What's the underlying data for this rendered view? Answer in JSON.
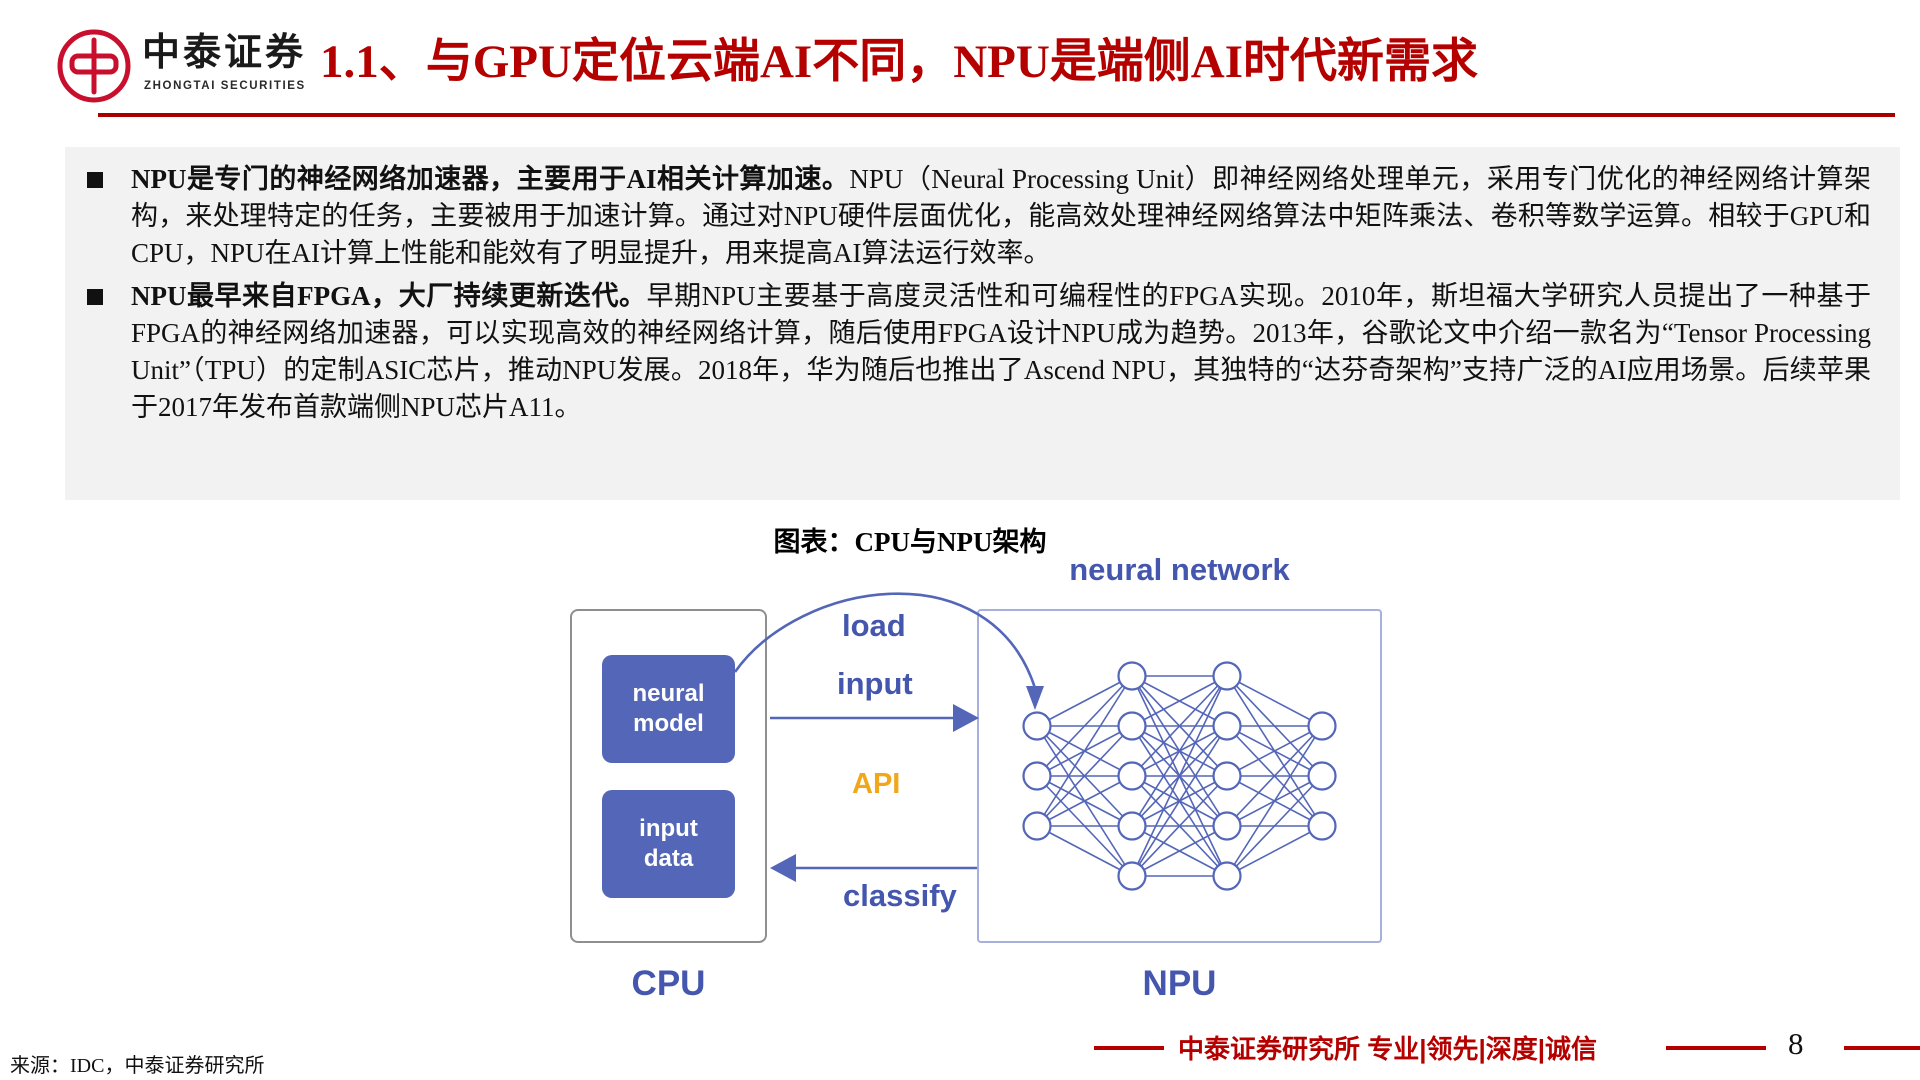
{
  "header": {
    "logo_cn": "中泰证券",
    "logo_en": "ZHONGTAI SECURITIES",
    "title": "1.1、与GPU定位云端AI不同，NPU是端侧AI时代新需求"
  },
  "bullets": [
    {
      "lead": "NPU是专门的神经网络加速器，主要用于AI相关计算加速。",
      "body": "NPU（Neural Processing Unit）即神经网络处理单元，采用专门优化的神经网络计算架构，来处理特定的任务，主要被用于加速计算。通过对NPU硬件层面优化，能高效处理神经网络算法中矩阵乘法、卷积等数学运算。相较于GPU和CPU，NPU在AI计算上性能和能效有了明显提升，用来提高AI算法运行效率。"
    },
    {
      "lead": "NPU最早来自FPGA，大厂持续更新迭代。",
      "body": "早期NPU主要基于高度灵活性和可编程性的FPGA实现。2010年，斯坦福大学研究人员提出了一种基于FPGA的神经网络加速器，可以实现高效的神经网络计算，随后使用FPGA设计NPU成为趋势。2013年，谷歌论文中介绍一款名为“Tensor Processing Unit”（TPU）的定制ASIC芯片，推动NPU发展。2018年，华为随后也推出了Ascend NPU，其独特的“达芬奇架构”支持广泛的AI应用场景。后续苹果于2017年发布首款端侧NPU芯片A11。"
    }
  ],
  "figure": {
    "caption": "图表：CPU与NPU架构",
    "nn_title": "neural network",
    "cpu_label": "CPU",
    "npu_label": "NPU",
    "blocks": [
      {
        "line1": "neural",
        "line2": "model"
      },
      {
        "line1": "input",
        "line2": "data"
      }
    ],
    "arrow_labels": {
      "load": "load",
      "input": "input",
      "api": "API",
      "classify": "classify"
    },
    "network": {
      "layers": [
        3,
        5,
        5,
        3
      ]
    }
  },
  "footer": {
    "source": "来源：IDC，中泰证券研究所",
    "slogan": "中泰证券研究所 专业|领先|深度|诚信",
    "page": "8"
  },
  "colors": {
    "title_red": "#B50000",
    "rule_red": "#A80000",
    "panel_gray": "#F2F2F2",
    "accent_blue": "#5366B8",
    "label_blue": "#4456AE",
    "api_orange": "#F2A71B",
    "footer_red": "#B50000",
    "logo_red": "#C8102E"
  }
}
